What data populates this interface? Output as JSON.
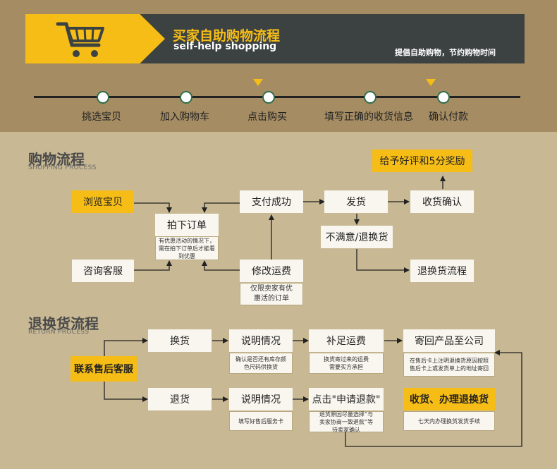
{
  "banner": {
    "title": "买家自助购物流程",
    "subtitle": "self-help shopping",
    "slogan": "提倡自助购物，节约购物时间"
  },
  "timeline": {
    "steps": [
      "挑选宝贝",
      "加入购物车",
      "点击购买",
      "填写正确的收货信息",
      "确认付款"
    ]
  },
  "shopping": {
    "title": "购物流程",
    "subtitle": "SHOPPING PROCESS",
    "browse": "浏览宝贝",
    "consult": "咨询客服",
    "order": "拍下订单",
    "order_note": "有优惠活动的情况下，需在拍下订单后才能看到优惠",
    "paid": "支付成功",
    "modify": "修改运费",
    "modify_note": "仅限卖家有优惠活的订单",
    "ship": "发货",
    "unsatisfied": "不满意/退换货",
    "confirm": "收货确认",
    "reward": "给予好评和5分奖励",
    "exchange_flow": "退换货流程"
  },
  "returns": {
    "title": "退换货流程",
    "subtitle": "RETURN PROCESS",
    "contact": "联系售后客服",
    "exchange": "换货",
    "refund": "退货",
    "explain1": "说明情况",
    "explain1_note": "确认是否还有库存颜色尺码供换货",
    "explain2": "说明情况",
    "explain2_note": "填写好售后服务卡",
    "add_freight": "补足运费",
    "add_freight_note": "换货寄过来的运费需要买方承担",
    "apply_refund": "点击\"申请退款\"",
    "apply_refund_note": "退货原因尽量选择“与卖家协商一致退款”等待卖家确认",
    "send_back": "寄回产品至公司",
    "send_back_note": "在售后卡上注明退换货原因按照售后卡上或发货单上的地址寄回",
    "receive": "收货、办理退换货",
    "receive_note": "七天内办理换货发货手续"
  }
}
